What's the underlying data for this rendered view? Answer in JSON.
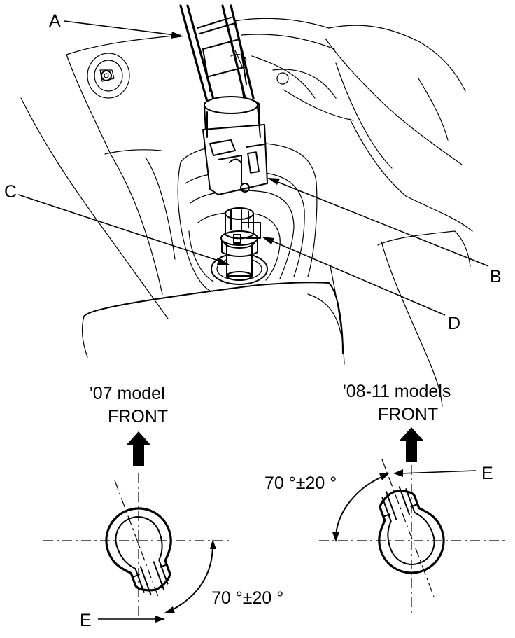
{
  "callouts": {
    "a": "A",
    "b": "B",
    "c": "C",
    "d": "D",
    "e_left": "E",
    "e_right": "E"
  },
  "left_view": {
    "model": "'07 model",
    "direction": "FRONT",
    "angle": "70 °±20 °"
  },
  "right_view": {
    "model": "'08-11 models",
    "direction": "FRONT",
    "angle": "70 °±20 °"
  }
}
